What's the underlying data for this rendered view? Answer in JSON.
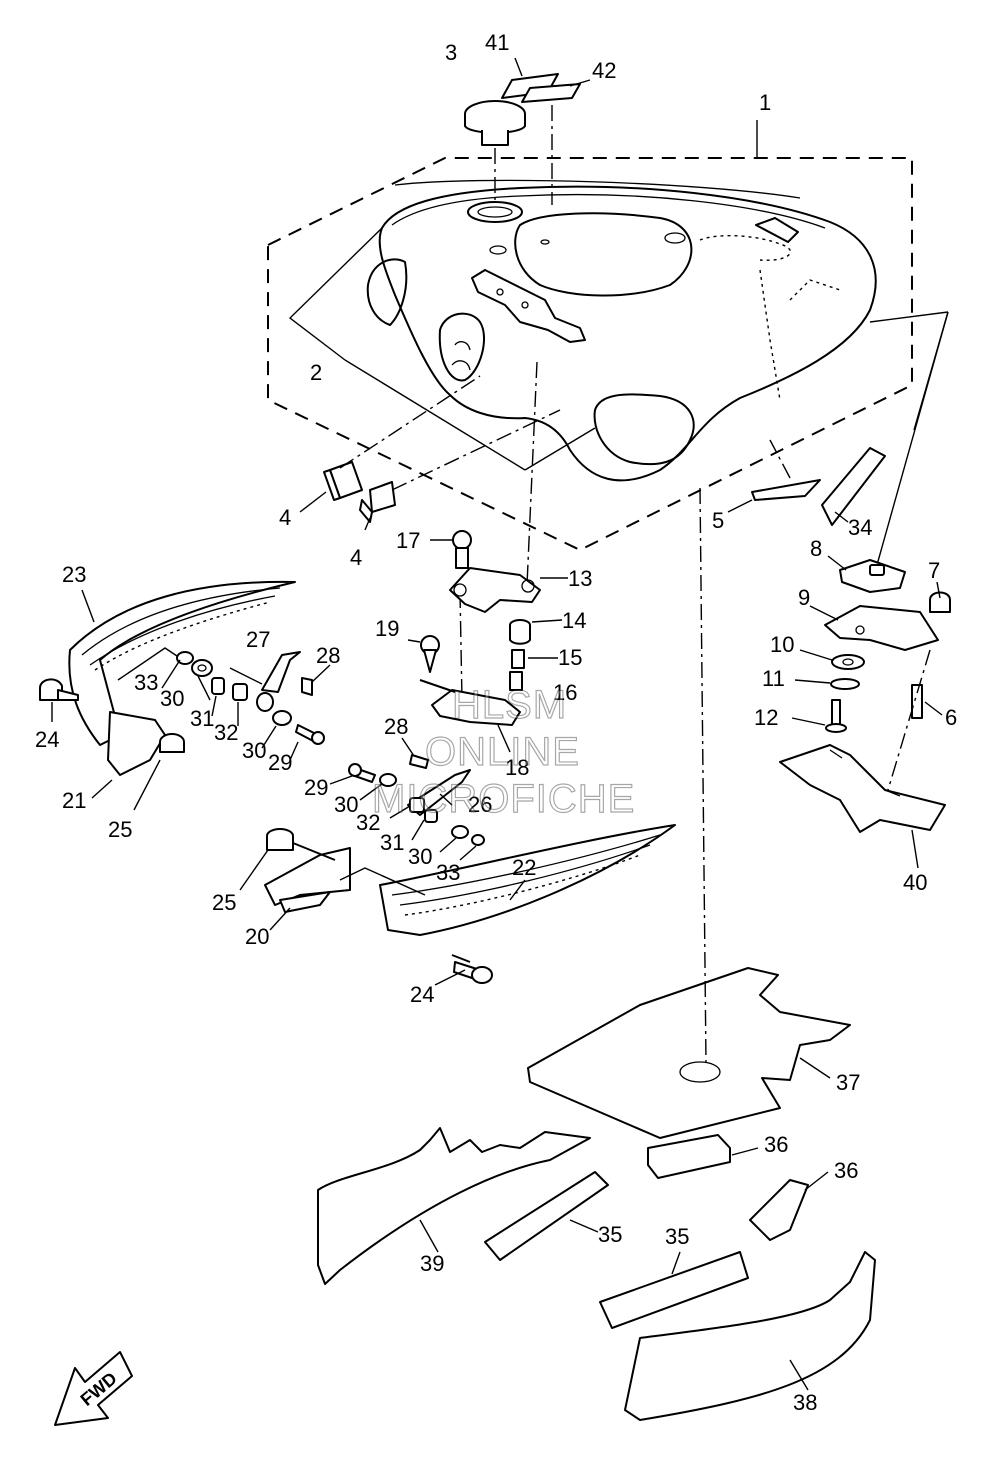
{
  "diagram": {
    "callouts": {
      "c1": "1",
      "c2": "2",
      "c3": "3",
      "c4a": "4",
      "c4b": "4",
      "c5": "5",
      "c6": "6",
      "c7": "7",
      "c8": "8",
      "c9": "9",
      "c10": "10",
      "c11": "11",
      "c12": "12",
      "c13": "13",
      "c14": "14",
      "c15": "15",
      "c16": "16",
      "c17": "17",
      "c18": "18",
      "c19": "19",
      "c20": "20",
      "c21": "21",
      "c22": "22",
      "c23": "23",
      "c24a": "24",
      "c24b": "24",
      "c25a": "25",
      "c25b": "25",
      "c26": "26",
      "c27": "27",
      "c28a": "28",
      "c28b": "28",
      "c29a": "29",
      "c29b": "29",
      "c30a": "30",
      "c30b": "30",
      "c30c": "30",
      "c30d": "30",
      "c31a": "31",
      "c31b": "31",
      "c32a": "32",
      "c32b": "32",
      "c33a": "33",
      "c33b": "33",
      "c34": "34",
      "c35a": "35",
      "c35b": "35",
      "c36a": "36",
      "c36b": "36",
      "c37": "37",
      "c38": "38",
      "c39": "39",
      "c40": "40",
      "c41": "41",
      "c42": "42"
    },
    "watermark": {
      "line1": "HLSM",
      "line2": "ONLINE",
      "line3": "MICROFICHE"
    },
    "fwd_label": "FWD"
  }
}
